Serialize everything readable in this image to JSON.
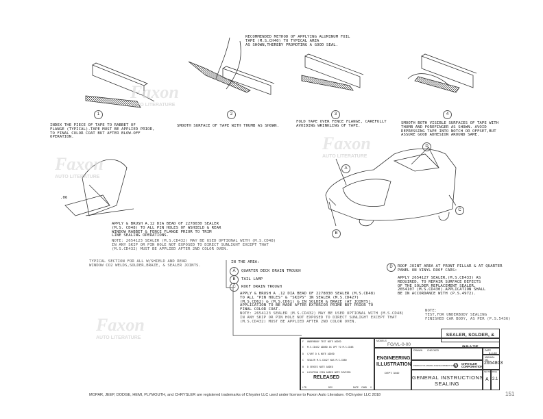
{
  "steps": [
    {
      "num": "1",
      "caption": "INDEX THE PIECE OF TAPE TO RABBET OF\nFLANGE (TYPICAL).TAPE MUST BE APPLIED PRIOR,\nTO FINAL COLOR COAT BUT AFTER BLOW-OFF\nOPERATION."
    },
    {
      "num": "2",
      "caption": "SMOOTH SURFACE OF TAPE WITH THUMB AS SHOWN."
    },
    {
      "num": "3",
      "caption": "FOLD TAPE OVER FENCE FLANGE, CAREFULLY\nAVOIDING WRINKLING OF TAPE."
    },
    {
      "num": "4",
      "caption": "SMOOTH BOTH VISIBLE SURFACES OF TAPE WITH\nTHUMB AND FOREFINGER AS SHOWN. AVOID\nDEPRESSING TAPE INTO NOTCH OR OFFSET,BUT\nASSURE GOOD ADHESION AROUND SAME."
    }
  ],
  "recommended_note": "RECOMMENDED METHOD OF APPLYING ALUMINUM FOIL\nTAPE (M.S.CH40) TO TYPICAL AREA\nAS SHOWN,THEREBY PROMOTING A GOOD SEAL.",
  "section_dim": ".06",
  "left_note": {
    "apply": "APPLY & BRUSH A.12 DIA BEAD OF 2278030 SEALER\n(M.S. CD48) TO ALL PIN HOLES OF WSHIELD & REAR\nWINDOW RABBET & FENCE FLANGE PRIOR TO TRIM\nLINE SEALING OPERATIONS.",
    "note": "NOTE: 2654123 SEALER (M.S.CD432) MAY BE USED OPTIONAL WITH (M.S.CD48)\nIN ANY SKIP OR PIN HOLE NOT EXPOSED TO DIRECT SUNLIGHT EXCEPT THAT\n(M.S.CD432) MUST BE APPLIED AFTER 2ND COLOR OVEN.",
    "typical": "TYPICAL SECTION FOR ALL W/SHIELD AND REAR\nWINDOW CO2 WELDS,SOLDER,BRAZE, & SEALER JOINTS."
  },
  "area_box": {
    "heading": "IN THE AREA:",
    "items": [
      {
        "letter": "A",
        "label": "QUARTER DECK DRAIN TROUGH"
      },
      {
        "letter": "B",
        "label": "TAIL LAMP"
      },
      {
        "letter": "C",
        "label": "ROOF DRAIN TROUGH"
      }
    ],
    "apply": "APPLY & BRUSH A .12 DIA BEAD OF 2278030 SEALER (M.S.CD48)\nTO ALL \"PIN HOLES\" & \"SKIPS\" IN SEALER (M.S.CD427)\n(M.S.CD62) & (M.S.CD61) & IN SOLDER & BRAZE (AT JOINTS).\nAPPLICATION TO BE MADE AFTER EXTERIOR PRIME BUT PRIOR TO\nFINAL COLOR COAT.",
    "note": "NOTE: 2654123 SEALER (M.S.CD432) MAY BE USED OPTIONAL WITH (M.S.CD48)\nIN ANY SKIP OR PIN HOLE NOT EXPOSED TO DIRECT SUNLIGHT EXCEPT THAT\n(M.S.CD432) MUST BE APPLIED AFTER 2ND COLOR OVEN."
  },
  "car_labels": [
    "A",
    "B",
    "C",
    "D"
  ],
  "d_note": {
    "letter": "D",
    "title": "ROOF JOINT AREA AT FRONT PILLAR & AT QUARTER\nPANEL ON VINYL ROOF CARS:",
    "body": "APPLY 2654127 SEALER,(M.S.CD433) AS\nREQUIRED, TO REPAIR SURFACE DEFECTS\nOF THE SOLDER REPLACEMENT SEALER,\n2654107 (M.S.CD430).APPLICATION SHALL\nBE IN ACCORDANCE WITH (P.S.4972)."
  },
  "test_note": "NOTE:\nTEST,FOR UNDERBODY SEALING\nFINISHED CAR BODY, AS PER (P.S.5436)",
  "title_block": {
    "category": "SEALER, SOLDER, & BRAZE",
    "models_label": "MODELS",
    "models": "FG/VL-0-00",
    "eng_illustration": "ENGINEERING\nILLUSTRATION",
    "dept": "DEPT. 3440",
    "drawn_label": "DRAWN",
    "checked_label": "CHECKED",
    "date_label": "DATE",
    "date": "8-4-68",
    "manual_label": "MANUAL NO.",
    "manual_no": "2654803",
    "dept_line": "PRODUCT PLANNING & DEVELOPMENT STAFF",
    "brand": "CHRYSLER\nCORPORATION",
    "title": "GENERAL INSTRUCTIONS\nSEALING",
    "section_label": "SECTION",
    "section": "A",
    "page_label": "PAGE",
    "page": "2.1",
    "revisions": [
      {
        "ltr": "F",
        "text": "UNDERBODY TEST NOTE ADDED"
      },
      {
        "ltr": "E",
        "text": "M.S.CD432 ADDED AS OPT TO M.S.CD48"
      },
      {
        "ltr": "D",
        "text": "C/ART D & NOTE ADDED"
      },
      {
        "ltr": "C",
        "text": "SEALER M.S.CD427 WAS M.S.CD60"
      },
      {
        "ltr": "B",
        "text": "D SERIES NOTE ADDED"
      },
      {
        "ltr": "A",
        "text": "LOCATION VIEW ADDED NOTE REVISED"
      }
    ],
    "released": "RELEASED",
    "ltr_label": "LTR",
    "rev_label": "REV",
    "date_col": "DATE",
    "chkd_col": "CHKD",
    "x_col": "X"
  },
  "watermark": {
    "brand": "Faxon",
    "sub": "AUTO LITERATURE"
  },
  "footer": {
    "trademark": "MOPAR, JEEP, DODGE, HEMI, PLYMOUTH, and CHRYSLER are registered trademarks of Chrysler LLC used under license to Faxon Auto Literature. ©Chrysler LLC 2018",
    "page_number": "151"
  }
}
